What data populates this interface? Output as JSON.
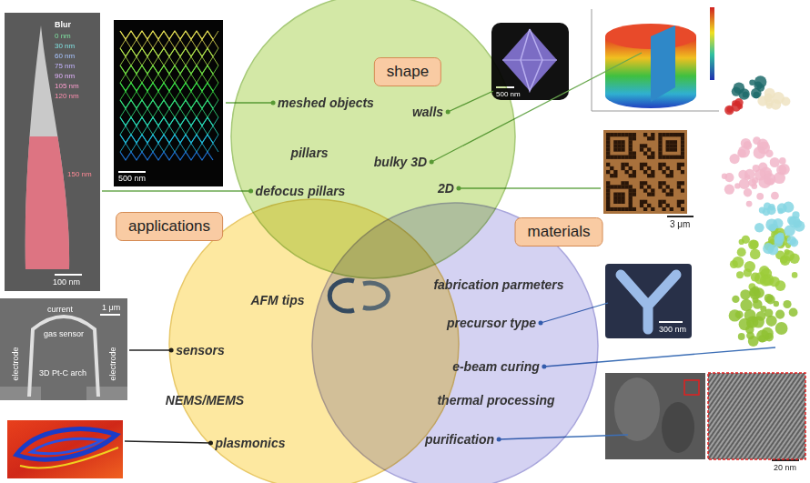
{
  "diagram": {
    "nodes": [
      {
        "text": [
          "shape",
          "meshed objects",
          "walls",
          "pillars",
          "bulky 3D",
          "defocus pillars",
          "2D"
        ]
      },
      {
        "text": [
          "applications",
          "AFM tips",
          "sensors",
          "NEMS/MEMS",
          "plasmonics"
        ]
      },
      {
        "text": [
          "materials",
          "fabrication parmeters",
          "precursor type",
          "e-beam curing",
          "thermal processing",
          "purification"
        ]
      }
    ],
    "labels": [
      "Blur",
      "0 nm",
      "30 nm",
      "60 nm",
      "75 nm",
      "90 nm",
      "105 nm",
      "120 nm",
      "150 nm",
      "100 nm",
      "500 nm",
      "500 nm",
      "3 μm",
      "1 μm",
      "current",
      "gas sensor",
      "3D Pt-C arch",
      "electrode",
      "electrode",
      "300 nm",
      "20 nm"
    ]
  }
}
